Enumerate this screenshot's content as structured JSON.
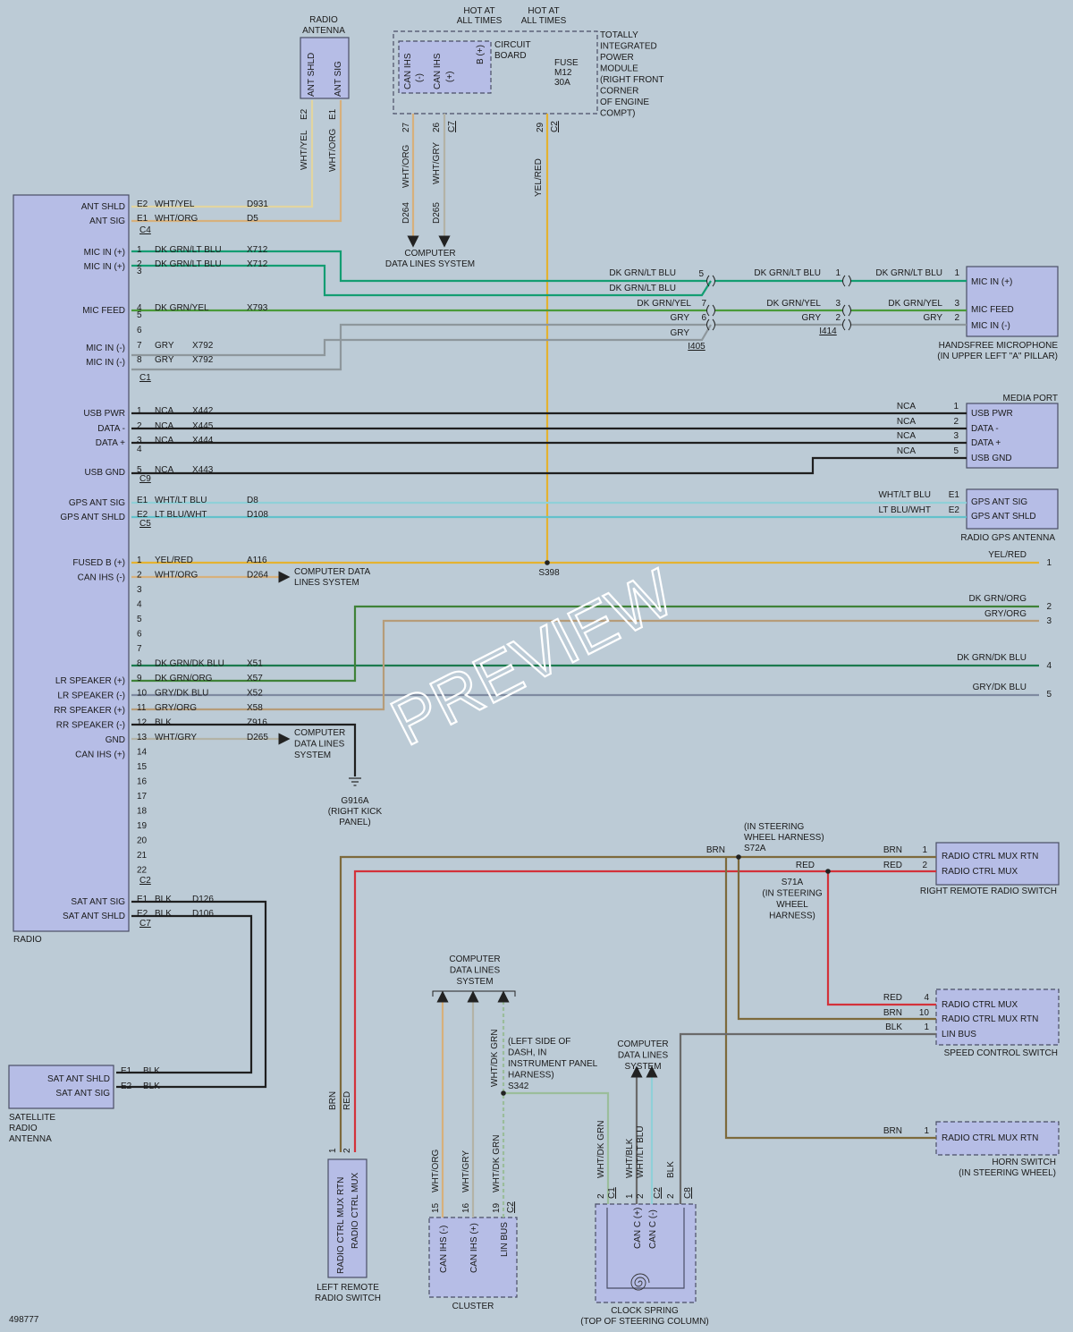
{
  "doc_id": "498777",
  "watermark": "PREVIEW",
  "colors": {
    "background": "#bccbd6",
    "component": "#b6bde6",
    "outline": "#4a4e66",
    "wht_yel": "#e2d5a0",
    "wht_org": "#d7b07c",
    "dk_grn_lt_blu": "#139d72",
    "dk_grn_yel": "#4a9a3a",
    "gry": "#8e979c",
    "blk": "#1f1f1f",
    "wht_lt_blu": "#8fd0d8",
    "lt_blu_wht": "#63c1cb",
    "yel_red": "#e4b230",
    "dk_grn_org": "#3f8238",
    "gry_org": "#b69c79",
    "dk_grn_dk_blu": "#1b7a4e",
    "gry_dk_blu": "#7e8aa0",
    "wht_gry": "#b3b3a6",
    "brn": "#7d6a3c",
    "red": "#d3323a",
    "wht_dk_grn": "#9bbd9b",
    "wht_blk": "#6a6a6a"
  },
  "radio": {
    "name": "RADIO",
    "ant": {
      "connector": "C4",
      "pins": [
        {
          "label": "ANT SHLD",
          "cav": "E2",
          "color": "WHT/YEL",
          "circuit": "D931"
        },
        {
          "label": "ANT SIG",
          "cav": "E1",
          "color": "WHT/ORG",
          "circuit": "D5"
        }
      ]
    },
    "c1": {
      "connector": "C1",
      "pins": [
        {
          "label": "MIC IN (+)",
          "cav": "1",
          "color": "DK GRN/LT BLU",
          "circuit": "X712"
        },
        {
          "label": "MIC IN (+)",
          "cav": "2",
          "color": "DK GRN/LT BLU",
          "circuit": "X712"
        },
        {
          "label": "",
          "cav": "3",
          "color": "",
          "circuit": ""
        },
        {
          "label": "MIC FEED",
          "cav": "4",
          "color": "DK GRN/YEL",
          "circuit": "X793"
        },
        {
          "label": "",
          "cav": "5",
          "color": "",
          "circuit": ""
        },
        {
          "label": "",
          "cav": "6",
          "color": "",
          "circuit": ""
        },
        {
          "label": "MIC IN (-)",
          "cav": "7",
          "color": "GRY",
          "circuit": "X792"
        },
        {
          "label": "MIC IN (-)",
          "cav": "8",
          "color": "GRY",
          "circuit": "X792"
        }
      ]
    },
    "c9": {
      "connector": "C9",
      "pins": [
        {
          "label": "USB PWR",
          "cav": "1",
          "color": "NCA",
          "circuit": "X442"
        },
        {
          "label": "DATA -",
          "cav": "2",
          "color": "NCA",
          "circuit": "X445"
        },
        {
          "label": "DATA +",
          "cav": "3",
          "color": "NCA",
          "circuit": "X444"
        },
        {
          "label": "",
          "cav": "4",
          "color": "",
          "circuit": ""
        },
        {
          "label": "USB GND",
          "cav": "5",
          "color": "NCA",
          "circuit": "X443"
        }
      ]
    },
    "c5": {
      "connector": "C5",
      "pins": [
        {
          "label": "GPS ANT SIG",
          "cav": "E1",
          "color": "WHT/LT BLU",
          "circuit": "D8"
        },
        {
          "label": "GPS ANT SHLD",
          "cav": "E2",
          "color": "LT BLU/WHT",
          "circuit": "D108"
        }
      ]
    },
    "c2": {
      "connector": "C2",
      "pins": [
        {
          "label": "FUSED B (+)",
          "cav": "1",
          "color": "YEL/RED",
          "circuit": "A116"
        },
        {
          "label": "CAN IHS (-)",
          "cav": "2",
          "color": "WHT/ORG",
          "circuit": "D264"
        },
        {
          "label": "",
          "cav": "3",
          "color": "",
          "circuit": ""
        },
        {
          "label": "",
          "cav": "4",
          "color": "",
          "circuit": ""
        },
        {
          "label": "",
          "cav": "5",
          "color": "",
          "circuit": ""
        },
        {
          "label": "",
          "cav": "6",
          "color": "",
          "circuit": ""
        },
        {
          "label": "",
          "cav": "7",
          "color": "",
          "circuit": ""
        },
        {
          "label": "",
          "cav": "8",
          "color": "DK GRN/DK BLU",
          "circuit": "X51"
        },
        {
          "label": "LR SPEAKER (+)",
          "cav": "9",
          "color": "DK GRN/ORG",
          "circuit": "X57"
        },
        {
          "label": "LR SPEAKER (-)",
          "cav": "10",
          "color": "GRY/DK BLU",
          "circuit": "X52"
        },
        {
          "label": "RR SPEAKER (+)",
          "cav": "11",
          "color": "GRY/ORG",
          "circuit": "X58"
        },
        {
          "label": "RR SPEAKER (-)",
          "cav": "12",
          "color": "BLK",
          "circuit": "Z916"
        },
        {
          "label": "GND",
          "cav": "13",
          "color": "WHT/GRY",
          "circuit": "D265"
        },
        {
          "label": "CAN IHS (+)",
          "cav": "14",
          "color": "",
          "circuit": ""
        },
        {
          "label": "",
          "cav": "15",
          "color": "",
          "circuit": ""
        },
        {
          "label": "",
          "cav": "16",
          "color": "",
          "circuit": ""
        },
        {
          "label": "",
          "cav": "17",
          "color": "",
          "circuit": ""
        },
        {
          "label": "",
          "cav": "18",
          "color": "",
          "circuit": ""
        },
        {
          "label": "",
          "cav": "19",
          "color": "",
          "circuit": ""
        },
        {
          "label": "",
          "cav": "20",
          "color": "",
          "circuit": ""
        },
        {
          "label": "",
          "cav": "21",
          "color": "",
          "circuit": ""
        },
        {
          "label": "",
          "cav": "22",
          "color": "",
          "circuit": ""
        }
      ]
    },
    "c7": {
      "connector": "C7",
      "pins": [
        {
          "label": "SAT ANT SIG",
          "cav": "E1",
          "color": "BLK",
          "circuit": "D126"
        },
        {
          "label": "SAT ANT SHLD",
          "cav": "E2",
          "color": "BLK",
          "circuit": "D106"
        }
      ]
    }
  },
  "radio_antenna": {
    "title": [
      "RADIO",
      "ANTENNA"
    ],
    "pins": [
      {
        "label": "ANT SHLD",
        "cav": "E2",
        "color": "WHT/YEL"
      },
      {
        "label": "ANT SIG",
        "cav": "E1",
        "color": "WHT/ORG"
      }
    ]
  },
  "tipm": {
    "hot_label": [
      "HOT AT",
      "ALL TIMES"
    ],
    "title": [
      "TOTALLY",
      "INTEGRATED",
      "POWER",
      "MODULE",
      "(RIGHT FRONT",
      "CORNER",
      "OF ENGINE",
      "COMPT)"
    ],
    "circuit_board": [
      "CIRCUIT",
      "BOARD"
    ],
    "b_plus": "B (+)",
    "can_minus": [
      "CAN IHS",
      "(-)"
    ],
    "can_plus": [
      "CAN IHS",
      "(+)"
    ],
    "fuse": [
      "FUSE",
      "M12",
      "30A"
    ],
    "pin27": "27",
    "pin26": "26",
    "pin29": "29",
    "c7": "C7",
    "c2": "C2",
    "d264_color": "WHT/ORG",
    "d265_color": "WHT/GRY",
    "d264": "D264",
    "d265": "D265",
    "yel_red": "YEL/RED",
    "computer_data": [
      "COMPUTER",
      "DATA LINES SYSTEM"
    ]
  },
  "mic": {
    "i405": "I405",
    "i414": "I414",
    "title": [
      "HANDSFREE MICROPHONE",
      "(IN UPPER LEFT \"A\" PILLAR)"
    ],
    "pins": [
      "MIC IN (+)",
      "MIC FEED",
      "MIC IN (-)"
    ],
    "wire1": {
      "label": "DK GRN/LT BLU",
      "pin": "5"
    },
    "wire1b": {
      "label": "DK GRN/LT BLU"
    },
    "wire2": {
      "label": "DK GRN/YEL",
      "pin": "7"
    },
    "wire3": {
      "label": "GRY",
      "pin": "6"
    },
    "wire3b": {
      "label": "GRY"
    },
    "mid": [
      {
        "label": "DK GRN/LT BLU",
        "pin": "1"
      },
      {
        "label": "DK GRN/YEL",
        "pin": "3"
      },
      {
        "label": "GRY",
        "pin": "2"
      }
    ],
    "right": [
      {
        "label": "DK GRN/LT BLU",
        "pin": "1"
      },
      {
        "label": "DK GRN/YEL",
        "pin": "3"
      },
      {
        "label": "GRY",
        "pin": "2"
      }
    ]
  },
  "media": {
    "title": "MEDIA PORT",
    "pins": [
      "USB PWR",
      "DATA -",
      "DATA +",
      "USB GND"
    ],
    "wires": [
      {
        "label": "NCA",
        "pin": "1"
      },
      {
        "label": "NCA",
        "pin": "2"
      },
      {
        "label": "NCA",
        "pin": "3"
      },
      {
        "label": "NCA",
        "pin": "5"
      }
    ]
  },
  "gps": {
    "title": "RADIO GPS ANTENNA",
    "pins": [
      "GPS ANT SIG",
      "GPS ANT SHLD"
    ],
    "wires": [
      {
        "label": "WHT/LT BLU",
        "pin": "E1"
      },
      {
        "label": "LT BLU/WHT",
        "pin": "E2"
      }
    ]
  },
  "splice_s398": "S398",
  "fused_right": {
    "label": "YEL/RED",
    "pin": "1"
  },
  "computer_lines_1": [
    "COMPUTER DATA",
    "LINES SYSTEM"
  ],
  "computer_lines_2": [
    "COMPUTER",
    "DATA LINES",
    "SYSTEM"
  ],
  "ground": [
    "G916A",
    "(RIGHT KICK",
    "PANEL)"
  ],
  "speakers": [
    {
      "label": "DK GRN/ORG",
      "pin": "2"
    },
    {
      "label": "GRY/ORG",
      "pin": "3"
    },
    {
      "label": "DK GRN/DK BLU",
      "pin": "4"
    },
    {
      "label": "GRY/DK BLU",
      "pin": "5"
    }
  ],
  "sat": {
    "title": [
      "SATELLITE",
      "RADIO",
      "ANTENNA"
    ],
    "pins": [
      {
        "label": "SAT ANT SHLD",
        "cav": "E1",
        "color": "BLK"
      },
      {
        "label": "SAT ANT SIG",
        "cav": "E2",
        "color": "BLK"
      }
    ]
  },
  "right_radio_switch": {
    "title": "RIGHT REMOTE RADIO SWITCH",
    "pins": [
      "RADIO CTRL MUX RTN",
      "RADIO CTRL MUX"
    ],
    "wires": [
      {
        "label": "BRN",
        "pin": "1"
      },
      {
        "label": "RED",
        "pin": "2"
      }
    ]
  },
  "s72a": [
    "(IN STEERING",
    "WHEEL HARNESS)",
    "S72A"
  ],
  "s71a": [
    "S71A",
    "(IN STEERING",
    "WHEEL",
    "HARNESS)"
  ],
  "brn_label": "BRN",
  "red_label": "RED",
  "speed_switch": {
    "title": "SPEED CONTROL SWITCH",
    "pins": [
      "RADIO CTRL MUX",
      "RADIO CTRL MUX RTN",
      "LIN BUS"
    ],
    "wires": [
      {
        "label": "RED",
        "pin": "4"
      },
      {
        "label": "BRN",
        "pin": "10"
      },
      {
        "label": "BLK",
        "pin": "1"
      }
    ]
  },
  "horn_switch": {
    "title": [
      "HORN SWITCH",
      "(IN STEERING WHEEL)"
    ],
    "pin_label": "RADIO CTRL MUX RTN",
    "wire": {
      "label": "BRN",
      "pin": "1"
    }
  },
  "left_switch": {
    "title": [
      "LEFT REMOTE",
      "RADIO SWITCH"
    ],
    "pins": [
      "RADIO CTRL MUX RTN",
      "RADIO CTRL MUX"
    ],
    "wire_labels": [
      "BRN",
      "RED"
    ],
    "pin_nums": [
      "1",
      "2"
    ]
  },
  "cluster": {
    "title": "CLUSTER",
    "pins": [
      "CAN IHS (-)",
      "CAN IHS (+)",
      "LIN BUS"
    ],
    "wire_labels": [
      "WHT/ORG",
      "WHT/GRY",
      "WHT/DK GRN"
    ],
    "pin_nums": [
      "15",
      "16",
      "19"
    ],
    "connector": "C2",
    "computer_data": [
      "COMPUTER",
      "DATA LINES",
      "SYSTEM"
    ]
  },
  "s342": {
    "label": [
      "(LEFT SIDE OF",
      "DASH, IN",
      "INSTRUMENT PANEL",
      "HARNESS)",
      "S342"
    ],
    "wire_label": "WHT/DK GRN"
  },
  "clock_spring": {
    "title": [
      "CLOCK SPRING",
      "(TOP OF STEERING COLUMN)"
    ],
    "pins": [
      "CAN C (+)",
      "CAN C (-)"
    ],
    "computer_data": [
      "COMPUTER",
      "DATA LINES",
      "SYSTEM"
    ],
    "wires": [
      {
        "label": "WHT/DK GRN",
        "pin": "2",
        "conn": "C1"
      },
      {
        "label": "WHT/BLK",
        "pin": "1",
        "conn": ""
      },
      {
        "label": "WHT/LT BLU",
        "pin": "2",
        "conn": "C2"
      },
      {
        "label": "BLK",
        "pin": "2",
        "conn": "C8"
      }
    ]
  }
}
